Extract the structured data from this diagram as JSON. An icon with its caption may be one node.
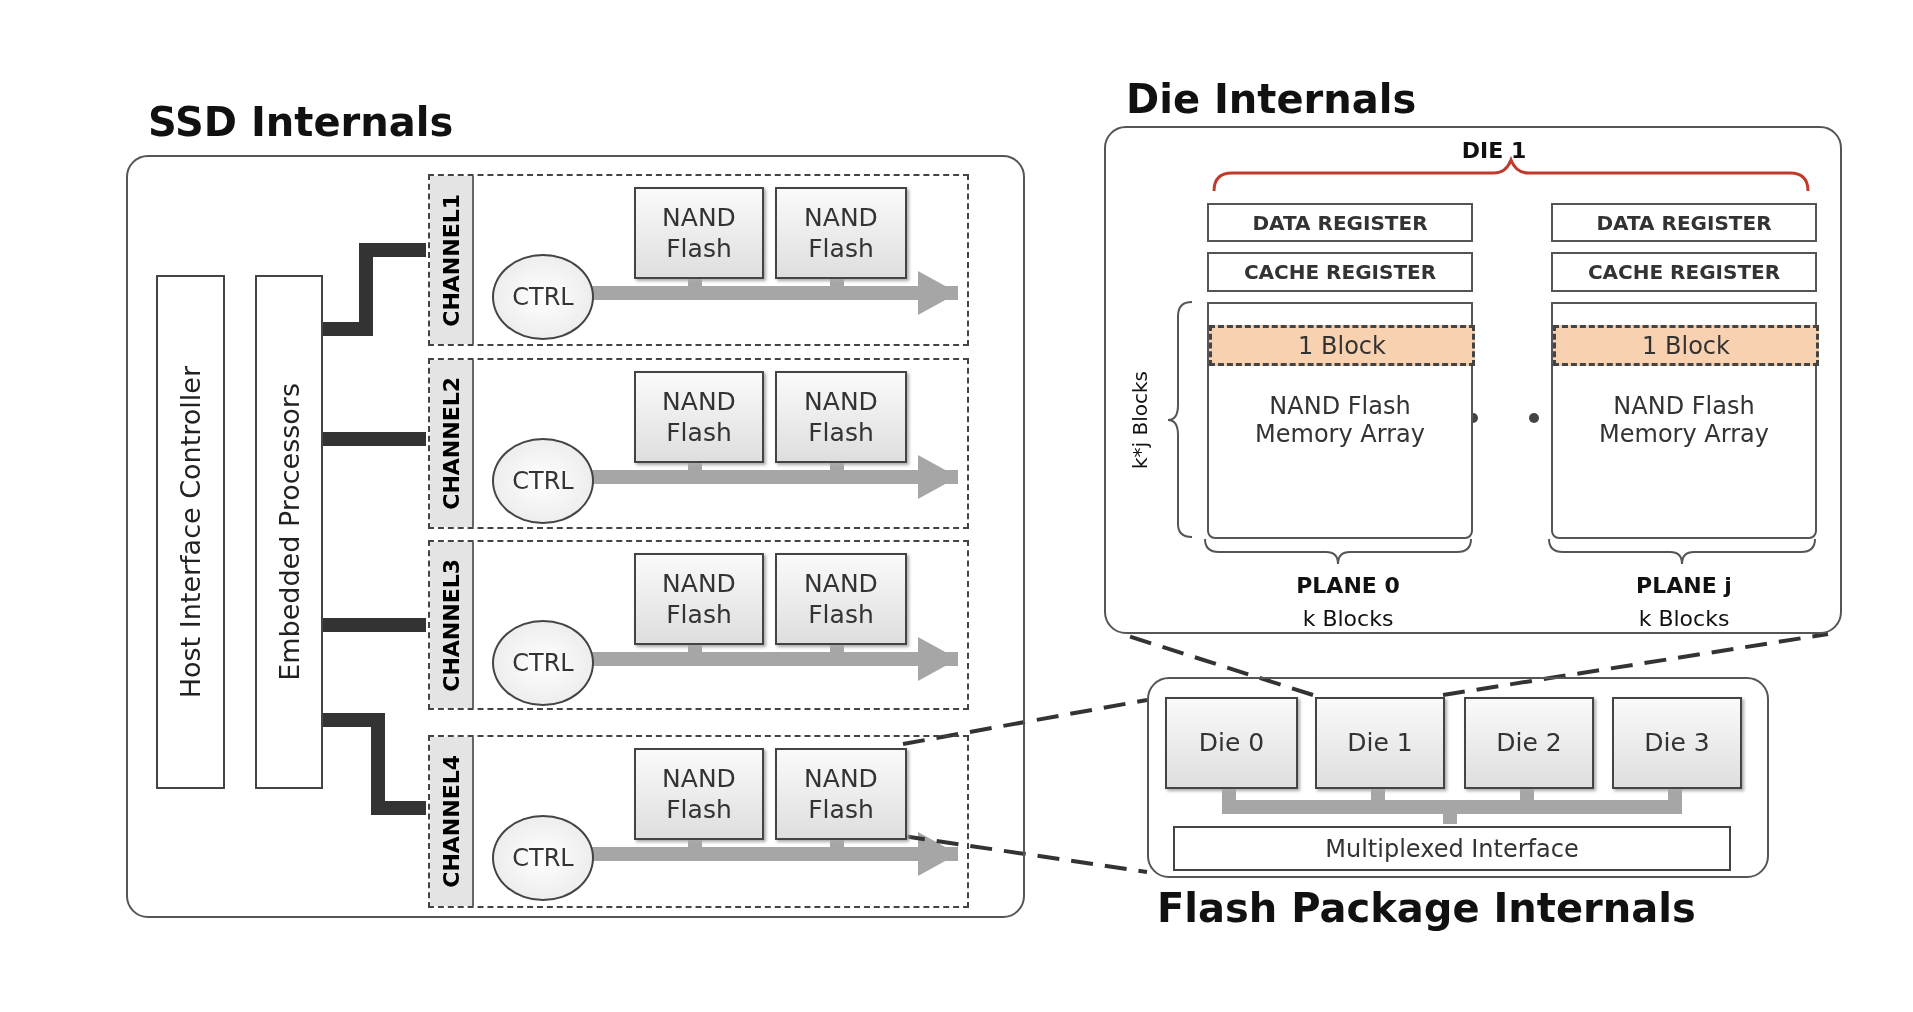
{
  "diagram": {
    "nodes": [
      {
        "text": [
          "SSD Internals"
        ]
      },
      {
        "text": [
          "Host Interface Controller"
        ],
        "in": 0
      },
      {
        "text": [
          "Embedded Processors"
        ],
        "in": 0
      },
      {
        "text": [
          "CHANNEL1"
        ],
        "in": 0
      },
      {
        "text": [
          "CTRL"
        ],
        "in": 3
      },
      {
        "text": [
          "NAND Flash"
        ],
        "in": 3
      },
      {
        "text": [
          "NAND Flash"
        ],
        "in": 3
      },
      {
        "text": [
          "CHANNEL2"
        ],
        "in": 0
      },
      {
        "text": [
          "CTRL"
        ],
        "in": 7
      },
      {
        "text": [
          "NAND Flash"
        ],
        "in": 7
      },
      {
        "text": [
          "NAND Flash"
        ],
        "in": 7
      },
      {
        "text": [
          "CHANNEL3"
        ],
        "in": 0
      },
      {
        "text": [
          "CTRL"
        ],
        "in": 11
      },
      {
        "text": [
          "NAND Flash"
        ],
        "in": 11
      },
      {
        "text": [
          "NAND Flash"
        ],
        "in": 11
      },
      {
        "text": [
          "CHANNEL4"
        ],
        "in": 0
      },
      {
        "text": [
          "CTRL"
        ],
        "in": 15
      },
      {
        "text": [
          "NAND Flash"
        ],
        "in": 15
      },
      {
        "text": [
          "NAND Flash"
        ],
        "in": 15
      },
      {
        "text": [
          "Die Internals"
        ]
      },
      {
        "text": [
          "DATA REGISTER"
        ],
        "in": 19
      },
      {
        "text": [
          "CACHE REGISTER"
        ],
        "in": 19
      },
      {
        "text": [
          "NAND Flash Memory Array"
        ],
        "in": 19
      },
      {
        "text": [
          "1 Block"
        ],
        "in": 22
      },
      {
        "text": [
          "DATA REGISTER"
        ],
        "in": 19
      },
      {
        "text": [
          "CACHE REGISTER"
        ],
        "in": 19
      },
      {
        "text": [
          "NAND Flash Memory Array"
        ],
        "in": 19
      },
      {
        "text": [
          "1 Block"
        ],
        "in": 26
      },
      {
        "text": [
          "Flash Package Internals"
        ]
      },
      {
        "text": [
          "Die 0"
        ],
        "in": 28
      },
      {
        "text": [
          "Die 1"
        ],
        "in": 28
      },
      {
        "text": [
          "Die 2"
        ],
        "in": 28
      },
      {
        "text": [
          "Die 3"
        ],
        "in": 28
      },
      {
        "text": [
          "Multiplexed Interface"
        ],
        "in": 28
      }
    ],
    "edges": [
      {
        "from": 2,
        "to": 3,
        "arrow": "none"
      },
      {
        "from": 2,
        "to": 7,
        "arrow": "none"
      },
      {
        "from": 2,
        "to": 11,
        "arrow": "none"
      },
      {
        "from": 2,
        "to": 15,
        "arrow": "none"
      },
      {
        "from": 4,
        "to": 6,
        "arrow": "to",
        "color": "#a6a6a6"
      },
      {
        "from": 8,
        "to": 10,
        "arrow": "to",
        "color": "#a6a6a6"
      },
      {
        "from": 12,
        "to": 14,
        "arrow": "to",
        "color": "#a6a6a6"
      },
      {
        "from": 16,
        "to": 18,
        "arrow": "to",
        "color": "#a6a6a6"
      },
      {
        "from": 29,
        "to": 33,
        "arrow": "none",
        "color": "#a6a6a6"
      },
      {
        "from": 30,
        "to": 33,
        "arrow": "none",
        "color": "#a6a6a6"
      },
      {
        "from": 31,
        "to": 33,
        "arrow": "none",
        "color": "#a6a6a6"
      },
      {
        "from": 32,
        "to": 33,
        "arrow": "none",
        "color": "#a6a6a6"
      },
      {
        "from": 18,
        "to": 28,
        "arrow": "none",
        "style": "dashed"
      },
      {
        "from": 18,
        "to": 28,
        "arrow": "none",
        "style": "dashed"
      },
      {
        "from": 30,
        "to": 19,
        "arrow": "none",
        "style": "dashed"
      },
      {
        "from": 30,
        "to": 19,
        "arrow": "none",
        "style": "dashed"
      }
    ],
    "labels": [
      "DIE 1",
      "k*j Blocks",
      "PLANE 0",
      "k Blocks",
      "PLANE j",
      "k Blocks"
    ]
  }
}
